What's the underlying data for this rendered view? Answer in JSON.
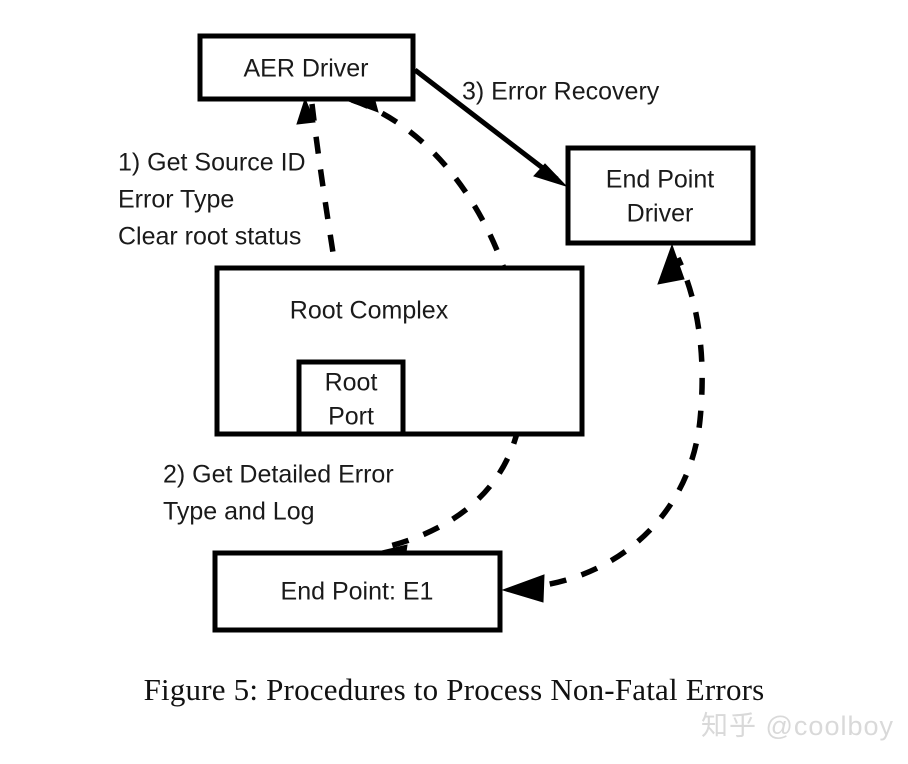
{
  "figure": {
    "caption": "Figure 5: Procedures to Process Non-Fatal Errors",
    "watermark": "知乎 @coolboy",
    "background_color": "#ffffff",
    "line_color": "#000000",
    "text_color": "#1a1a1a",
    "watermark_color": "#d9d9d9"
  },
  "nodes": {
    "aer_driver": {
      "label": "AER Driver"
    },
    "end_point_driver": {
      "line1": "End Point",
      "line2": "Driver"
    },
    "root_complex": {
      "label": "Root Complex"
    },
    "root_port": {
      "line1": "Root",
      "line2": "Port"
    },
    "end_point_e1": {
      "label": "End Point: E1"
    }
  },
  "annotations": {
    "step1": {
      "line1": "1) Get Source ID",
      "line2": "Error Type",
      "line3": "Clear root status"
    },
    "step2": {
      "line1": "2) Get Detailed Error",
      "line2": "Type and Log"
    },
    "step3": {
      "label": "3) Error Recovery"
    }
  },
  "edges": [
    {
      "name": "aer-driver-to-root-port",
      "style": "dashed",
      "from": "aer_driver",
      "to": "root_port",
      "label_ref": "annotations.step1",
      "arrow_at": "both"
    },
    {
      "name": "aer-driver-to-end-point-driver",
      "style": "solid",
      "from": "aer_driver",
      "to": "end_point_driver",
      "label_ref": "annotations.step3",
      "arrow_at": "end"
    },
    {
      "name": "aer-driver-to-end-point-e1",
      "style": "dashed",
      "from": "aer_driver",
      "to": "end_point_e1",
      "label_ref": "annotations.step2",
      "arrow_at": "both"
    },
    {
      "name": "end-point-e1-to-end-point-driver",
      "style": "dashed",
      "from": "end_point_e1",
      "to": "end_point_driver",
      "arrow_at": "both"
    }
  ]
}
